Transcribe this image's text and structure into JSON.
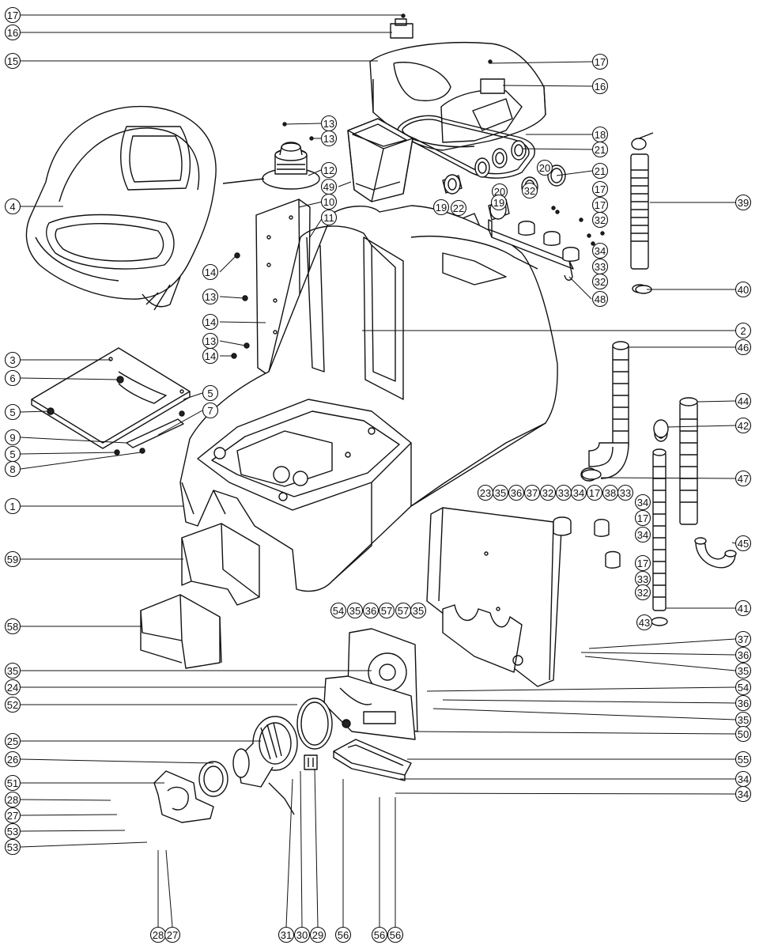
{
  "callouts": [
    {
      "n": "17"
    },
    {
      "n": "16"
    },
    {
      "n": "15"
    },
    {
      "n": "17"
    },
    {
      "n": "16"
    },
    {
      "n": "13"
    },
    {
      "n": "13"
    },
    {
      "n": "18"
    },
    {
      "n": "21"
    },
    {
      "n": "12"
    },
    {
      "n": "20"
    },
    {
      "n": "21"
    },
    {
      "n": "49"
    },
    {
      "n": "20"
    },
    {
      "n": "32"
    },
    {
      "n": "17"
    },
    {
      "n": "39"
    },
    {
      "n": "4"
    },
    {
      "n": "10"
    },
    {
      "n": "19"
    },
    {
      "n": "22"
    },
    {
      "n": "19"
    },
    {
      "n": "17"
    },
    {
      "n": "11"
    },
    {
      "n": "32"
    },
    {
      "n": "34"
    },
    {
      "n": "33"
    },
    {
      "n": "14"
    },
    {
      "n": "32"
    },
    {
      "n": "48"
    },
    {
      "n": "40"
    },
    {
      "n": "13"
    },
    {
      "n": "14"
    },
    {
      "n": "2"
    },
    {
      "n": "13"
    },
    {
      "n": "46"
    },
    {
      "n": "14"
    },
    {
      "n": "3"
    },
    {
      "n": "6"
    },
    {
      "n": "44"
    },
    {
      "n": "5"
    },
    {
      "n": "5"
    },
    {
      "n": "7"
    },
    {
      "n": "42"
    },
    {
      "n": "9"
    },
    {
      "n": "5"
    },
    {
      "n": "8"
    },
    {
      "n": "47"
    },
    {
      "n": "23"
    },
    {
      "n": "35"
    },
    {
      "n": "36"
    },
    {
      "n": "37"
    },
    {
      "n": "32"
    },
    {
      "n": "33"
    },
    {
      "n": "34"
    },
    {
      "n": "17"
    },
    {
      "n": "38"
    },
    {
      "n": "33"
    },
    {
      "n": "1"
    },
    {
      "n": "34"
    },
    {
      "n": "17"
    },
    {
      "n": "34"
    },
    {
      "n": "45"
    },
    {
      "n": "59"
    },
    {
      "n": "17"
    },
    {
      "n": "33"
    },
    {
      "n": "32"
    },
    {
      "n": "41"
    },
    {
      "n": "54"
    },
    {
      "n": "35"
    },
    {
      "n": "36"
    },
    {
      "n": "57"
    },
    {
      "n": "57"
    },
    {
      "n": "35"
    },
    {
      "n": "43"
    },
    {
      "n": "58"
    },
    {
      "n": "37"
    },
    {
      "n": "36"
    },
    {
      "n": "35"
    },
    {
      "n": "35"
    },
    {
      "n": "24"
    },
    {
      "n": "54"
    },
    {
      "n": "52"
    },
    {
      "n": "36"
    },
    {
      "n": "35"
    },
    {
      "n": "50"
    },
    {
      "n": "25"
    },
    {
      "n": "26"
    },
    {
      "n": "55"
    },
    {
      "n": "51"
    },
    {
      "n": "34"
    },
    {
      "n": "34"
    },
    {
      "n": "28"
    },
    {
      "n": "27"
    },
    {
      "n": "53"
    },
    {
      "n": "53"
    },
    {
      "n": "28"
    },
    {
      "n": "27"
    },
    {
      "n": "31"
    },
    {
      "n": "30"
    },
    {
      "n": "29"
    },
    {
      "n": "56"
    },
    {
      "n": "56"
    },
    {
      "n": "56"
    }
  ]
}
